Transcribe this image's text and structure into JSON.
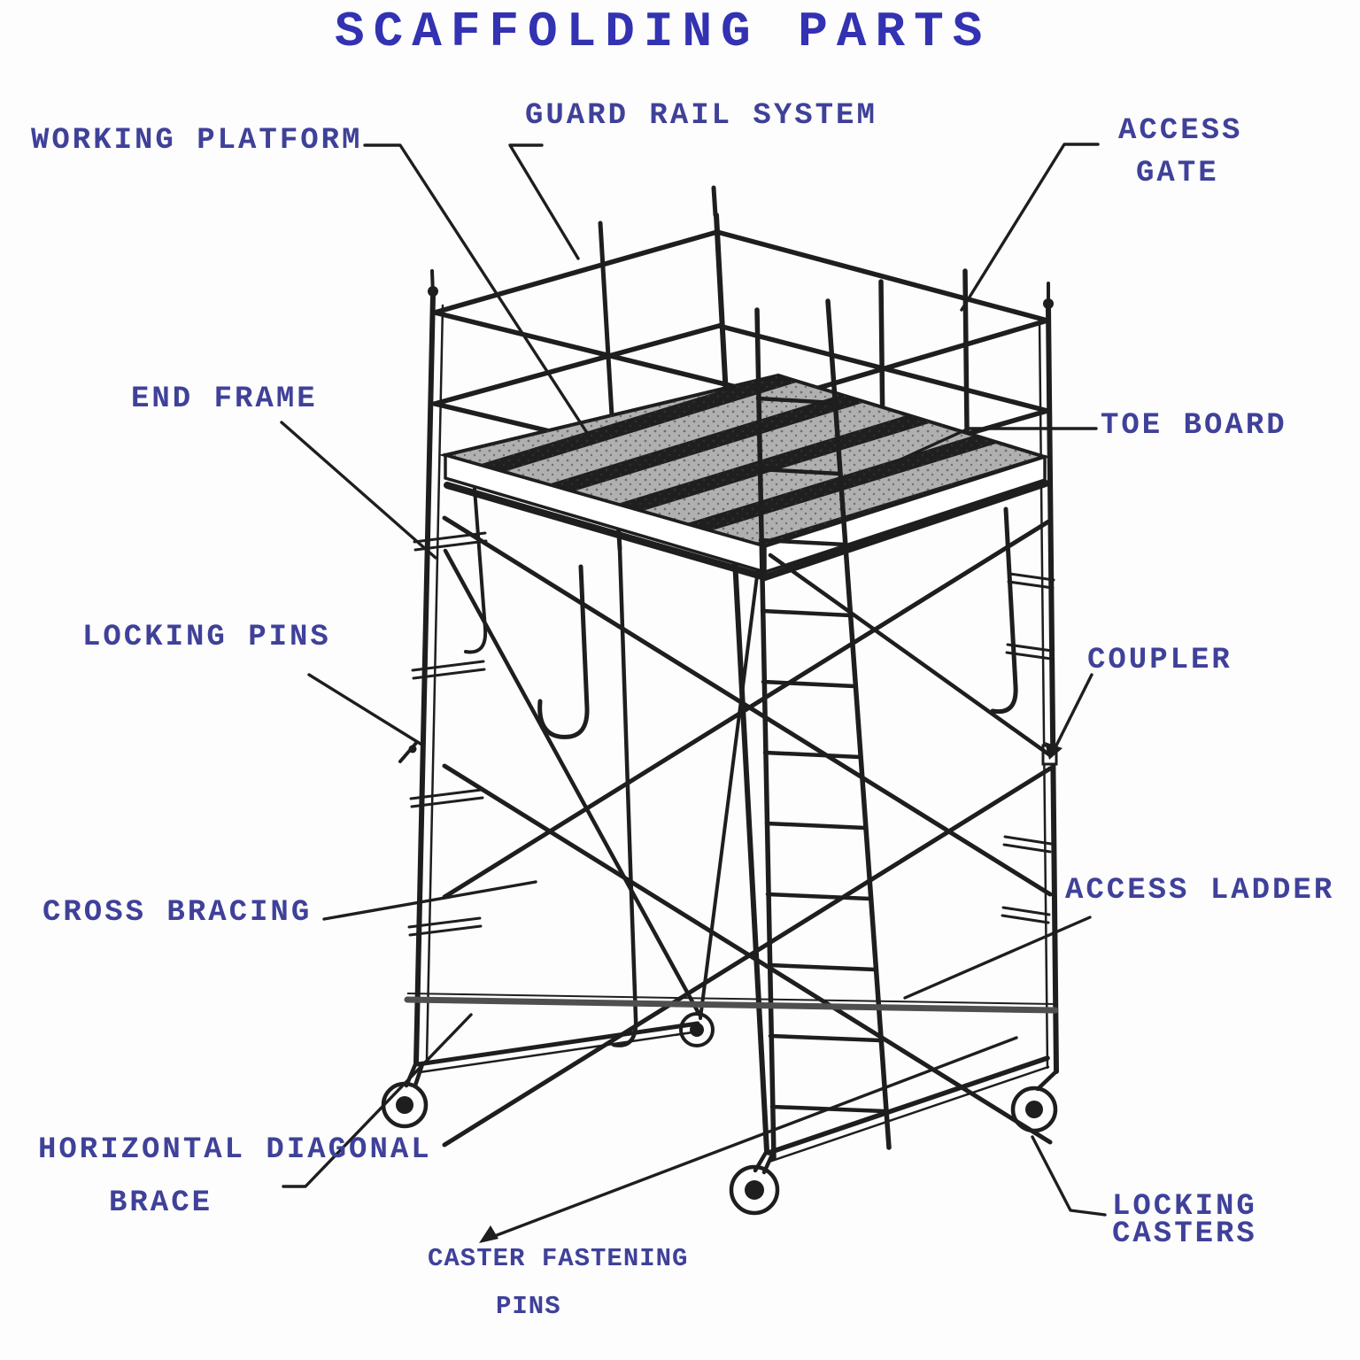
{
  "title": {
    "text": "SCAFFOLDING PARTS"
  },
  "colors": {
    "title_blue": "#3232b2",
    "label_blue": "#3f4199",
    "line_black": "#1e1e1e",
    "brace_gray": "#4f4f4f",
    "background": "#fdfdfd"
  },
  "labels": {
    "working_platform": "WORKING PLATFORM",
    "guard_rail_system": "GUARD RAIL SYSTEM",
    "access_gate_line1": "ACCESS",
    "access_gate_line2": "GATE",
    "end_frame": "END FRAME",
    "toe_board": "TOE BOARD",
    "locking_pins": "LOCKING PINS",
    "coupler": "COUPLER",
    "cross_bracing": "CROSS BRACING",
    "access_ladder": "ACCESS LADDER",
    "horizontal_diagonal_brace_line1": "HORIZONTAL DIAGONAL",
    "horizontal_diagonal_brace_line2": "BRACE",
    "caster_fastening_pins_line1": "CASTER FASTENING",
    "caster_fastening_pins_line2": "PINS",
    "locking_casters_line1": "LOCKING",
    "locking_casters_line2": "CASTERS"
  }
}
